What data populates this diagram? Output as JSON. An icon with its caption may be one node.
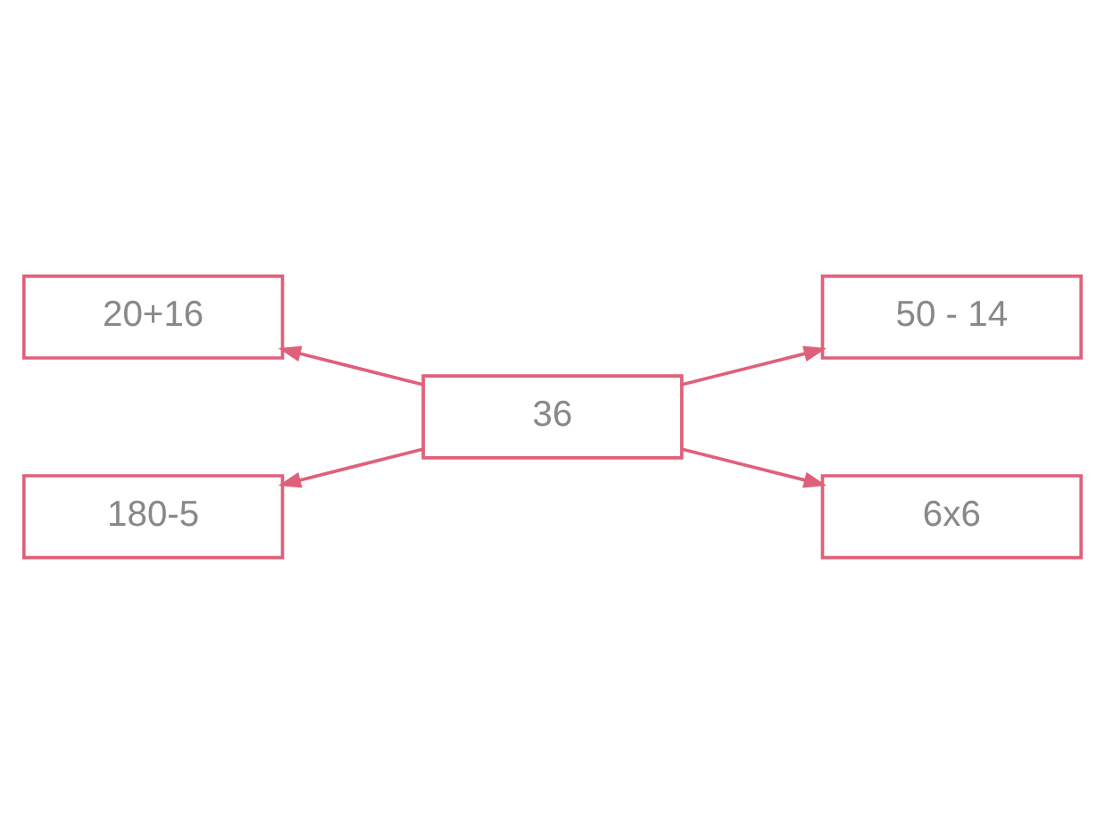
{
  "diagram": {
    "nodes": [
      {
        "text": [
          "20+16"
        ]
      },
      {
        "text": [
          "50 - 14"
        ]
      },
      {
        "text": [
          "36"
        ]
      },
      {
        "text": [
          "180-5"
        ]
      },
      {
        "text": [
          "6x6"
        ]
      }
    ],
    "edges": [
      {
        "from": 2,
        "to": 0,
        "arrow": "to"
      },
      {
        "from": 2,
        "to": 1,
        "arrow": "to"
      },
      {
        "from": 2,
        "to": 3,
        "arrow": "to"
      },
      {
        "from": 2,
        "to": 4,
        "arrow": "to"
      }
    ]
  }
}
